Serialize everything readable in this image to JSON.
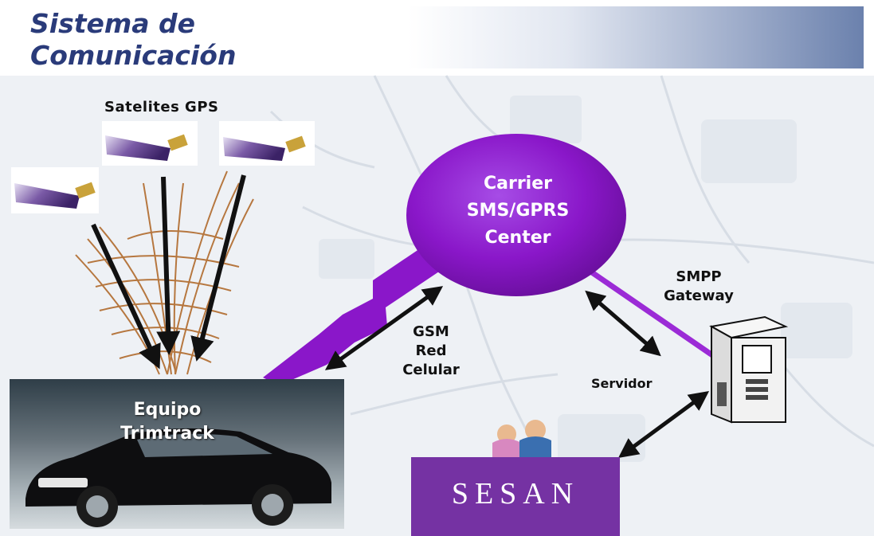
{
  "title": {
    "line1": "Sistema de",
    "line2": "Comunicación"
  },
  "satellites": {
    "label": "Satelites GPS",
    "count": 3
  },
  "carrier": {
    "line1": "Carrier",
    "line2": "SMS/GPRS",
    "line3": "Center",
    "color": "#8a17c9"
  },
  "gsm": {
    "line1": "GSM",
    "line2": "Red",
    "line3": "Celular"
  },
  "gateway": {
    "line1": "SMPP",
    "line2": "Gateway"
  },
  "server": {
    "label": "Servidor"
  },
  "device": {
    "line1": "Equipo",
    "line2": "Trimtrack"
  },
  "organization": {
    "label": "SESAN",
    "color": "#7532a3"
  },
  "colors": {
    "title": "#2a3b7a",
    "accent": "#8a17c9",
    "waves": "#b06a2c",
    "arrows": "#111111",
    "header_bar": "#6b81ad"
  }
}
